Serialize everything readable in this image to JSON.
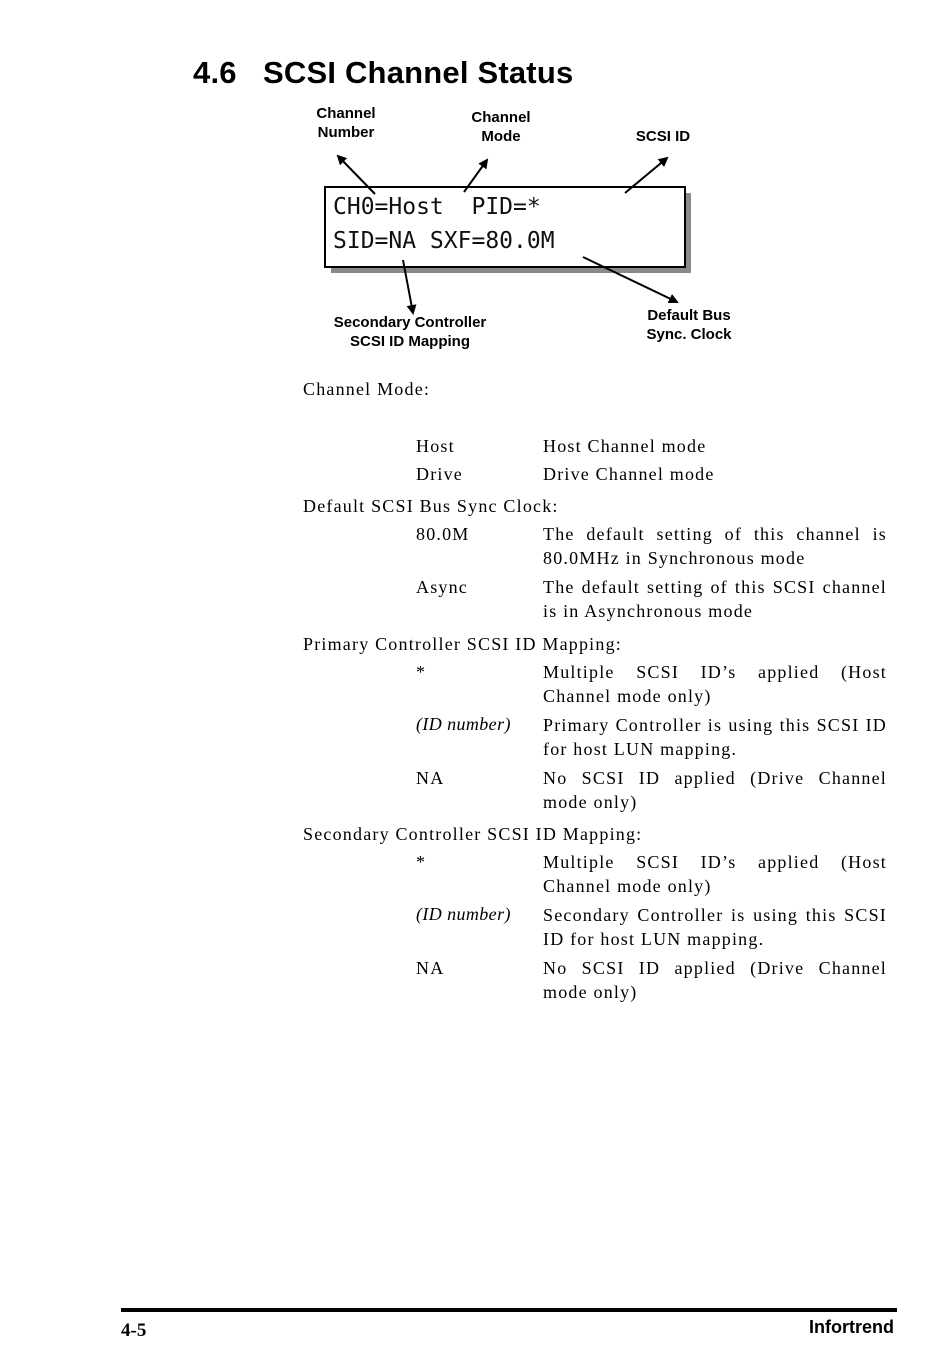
{
  "heading": {
    "number": "4.6",
    "title": "SCSI Channel Status"
  },
  "diagram": {
    "callouts": {
      "channel_number": "Channel\nNumber",
      "channel_mode": "Channel\nMode",
      "scsi_id": "SCSI ID",
      "secondary_mapping": "Secondary Controller\nSCSI ID Mapping",
      "default_bus_clock": "Default Bus\nSync. Clock"
    },
    "lcd": {
      "line1": "CH0=Host  PID=*",
      "line2": "SID=NA SXF=80.0M"
    }
  },
  "sections": [
    {
      "title": "Channel Mode:",
      "items": [
        {
          "term": "Host",
          "desc": "Host Channel mode"
        },
        {
          "term": "Drive",
          "desc": "Drive Channel mode"
        }
      ]
    },
    {
      "title": "Default SCSI Bus Sync Clock:",
      "items": [
        {
          "term": "80.0M",
          "desc": "The default setting of this channel is 80.0MHz in Synchronous mode"
        },
        {
          "term": "Async",
          "desc": "The default setting of this SCSI channel is in Asynchronous mode"
        }
      ]
    },
    {
      "title": "Primary Controller SCSI ID Mapping:",
      "items": [
        {
          "term": "*",
          "desc": "Multiple SCSI ID’s applied (Host Channel mode only)"
        },
        {
          "term": "(ID number)",
          "desc": "Primary Controller is using this SCSI ID for host LUN mapping."
        },
        {
          "term": "NA",
          "desc": "No SCSI ID applied (Drive Channel mode only)"
        }
      ]
    },
    {
      "title": "Secondary Controller SCSI ID Mapping:",
      "items": [
        {
          "term": "*",
          "desc": "Multiple SCSI ID’s applied (Host Channel mode only)"
        },
        {
          "term": "(ID number)",
          "desc": "Secondary Controller is using this SCSI ID for host LUN mapping."
        },
        {
          "term": "NA",
          "desc": "No SCSI ID applied (Drive Channel mode only)"
        }
      ]
    }
  ],
  "footer": {
    "page_number": "4-5",
    "brand": "Infortrend"
  }
}
